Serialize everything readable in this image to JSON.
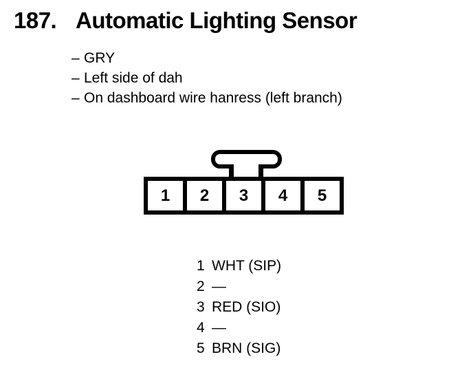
{
  "colors": {
    "background": "#ffffff",
    "ink": "#000000"
  },
  "header": {
    "number": "187.",
    "title": "Automatic Lighting Sensor"
  },
  "details": {
    "bullet": "–",
    "items": [
      "GRY",
      "Left side of dah",
      "On dashboard wire hanress (left branch)"
    ]
  },
  "connector": {
    "pins": [
      "1",
      "2",
      "3",
      "4",
      "5"
    ]
  },
  "pinout": {
    "rows": [
      {
        "pin": "1",
        "label": "WHT (SIP)"
      },
      {
        "pin": "2",
        "label": "—"
      },
      {
        "pin": "3",
        "label": "RED (SIO)"
      },
      {
        "pin": "4",
        "label": "—"
      },
      {
        "pin": "5",
        "label": "BRN (SIG)"
      }
    ]
  }
}
